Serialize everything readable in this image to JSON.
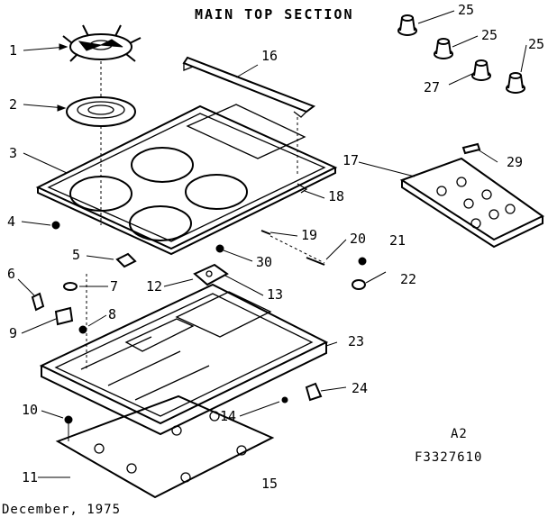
{
  "title": "MAIN TOP SECTION",
  "model_code": "A2",
  "part_number": "F3327610",
  "date_text": "December, 1975",
  "callouts": [
    "1",
    "2",
    "3",
    "4",
    "5",
    "6",
    "7",
    "8",
    "9",
    "10",
    "11",
    "12",
    "13",
    "14",
    "15",
    "16",
    "17",
    "18",
    "19",
    "20",
    "21",
    "22",
    "23",
    "24",
    "25",
    "25",
    "25",
    "27",
    "29",
    "30"
  ]
}
